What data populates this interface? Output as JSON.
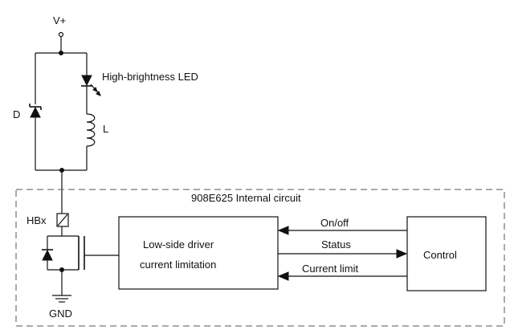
{
  "labels": {
    "supply": "V+",
    "led": "High-brightness LED",
    "diode": "D",
    "inductor": "L",
    "switch": "HBx",
    "ground": "GND",
    "internal_circuit": "908E625 Internal circuit",
    "driver_line1": "Low-side driver",
    "driver_line2": "current limitation",
    "control": "Control",
    "signal_onoff": "On/off",
    "signal_status": "Status",
    "signal_current_limit": "Current limit"
  }
}
